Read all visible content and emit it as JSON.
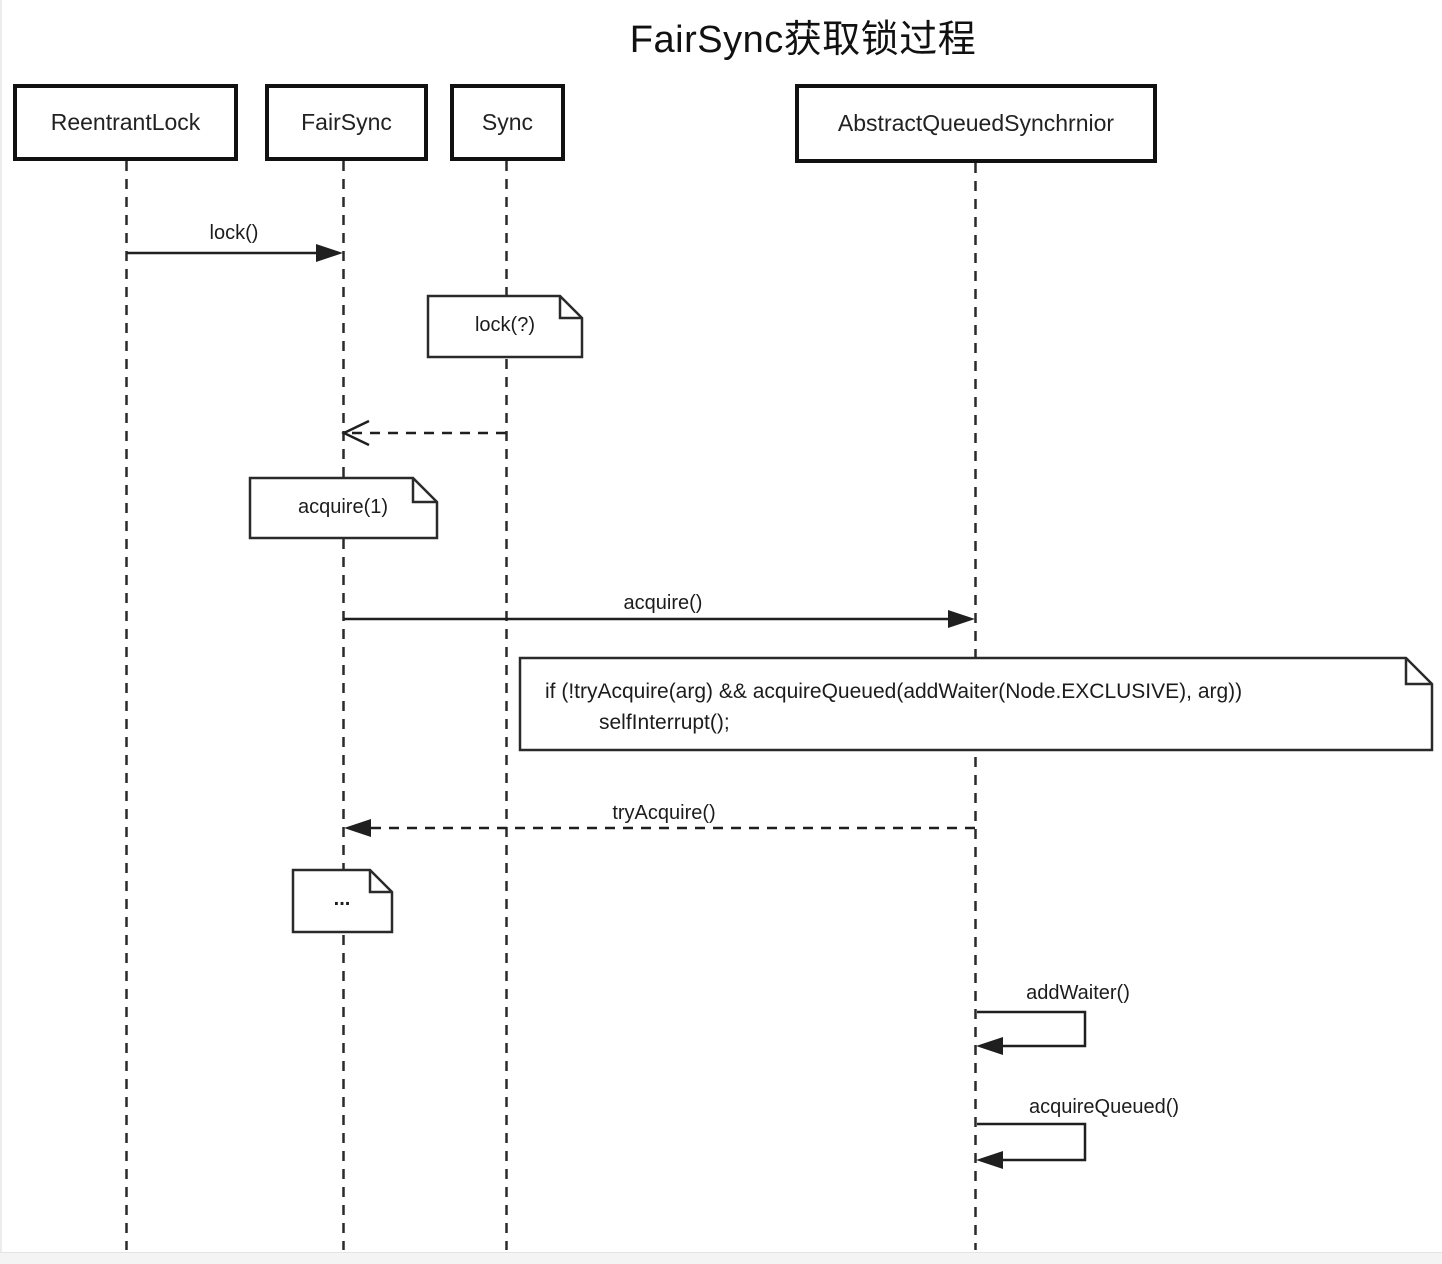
{
  "title": "FairSync获取锁过程",
  "actors": [
    {
      "name": "ReentrantLock"
    },
    {
      "name": "FairSync"
    },
    {
      "name": "Sync"
    },
    {
      "name": "AbstractQueuedSynchrnior"
    }
  ],
  "messages": {
    "lock": "lock()",
    "acquire": "acquire()",
    "tryAcquire": "tryAcquire()",
    "addWaiter": "addWaiter()",
    "acquireQueued": "acquireQueued()"
  },
  "notes": {
    "lock_note": "lock(?)",
    "acquire_note": "acquire(1)",
    "if_line1": "if (!tryAcquire(arg) && acquireQueued(addWaiter(Node.EXCLUSIVE), arg))",
    "if_line2": "selfInterrupt();",
    "ellipsis": "..."
  },
  "colors": {
    "line": "#1f1f1f",
    "background": "#ffffff",
    "footer_strip": "#f4f4f5"
  }
}
